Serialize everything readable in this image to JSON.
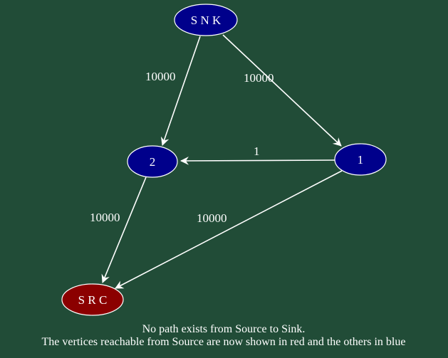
{
  "colors": {
    "background": "#214c37",
    "blue_node": "#00008b",
    "red_node": "#8b0000",
    "node_stroke": "#ffffff",
    "edge": "#ffffff",
    "text": "#ffffff"
  },
  "nodes": {
    "snk": {
      "label": "S N K",
      "color": "blue"
    },
    "n2": {
      "label": "2",
      "color": "blue"
    },
    "n1": {
      "label": "1",
      "color": "blue"
    },
    "src": {
      "label": "S R C",
      "color": "red"
    }
  },
  "edges": [
    {
      "from": "S N K",
      "to": "2",
      "label": "10000"
    },
    {
      "from": "S N K",
      "to": "1",
      "label": "10000"
    },
    {
      "from": "1",
      "to": "2",
      "label": "1"
    },
    {
      "from": "2",
      "to": "S R C",
      "label": "10000"
    },
    {
      "from": "1",
      "to": "S R C",
      "label": "10000"
    }
  ],
  "caption": {
    "line1": "No path exists from Source to Sink.",
    "line2": "The vertices reachable from Source are now shown in red and the others in blue"
  }
}
